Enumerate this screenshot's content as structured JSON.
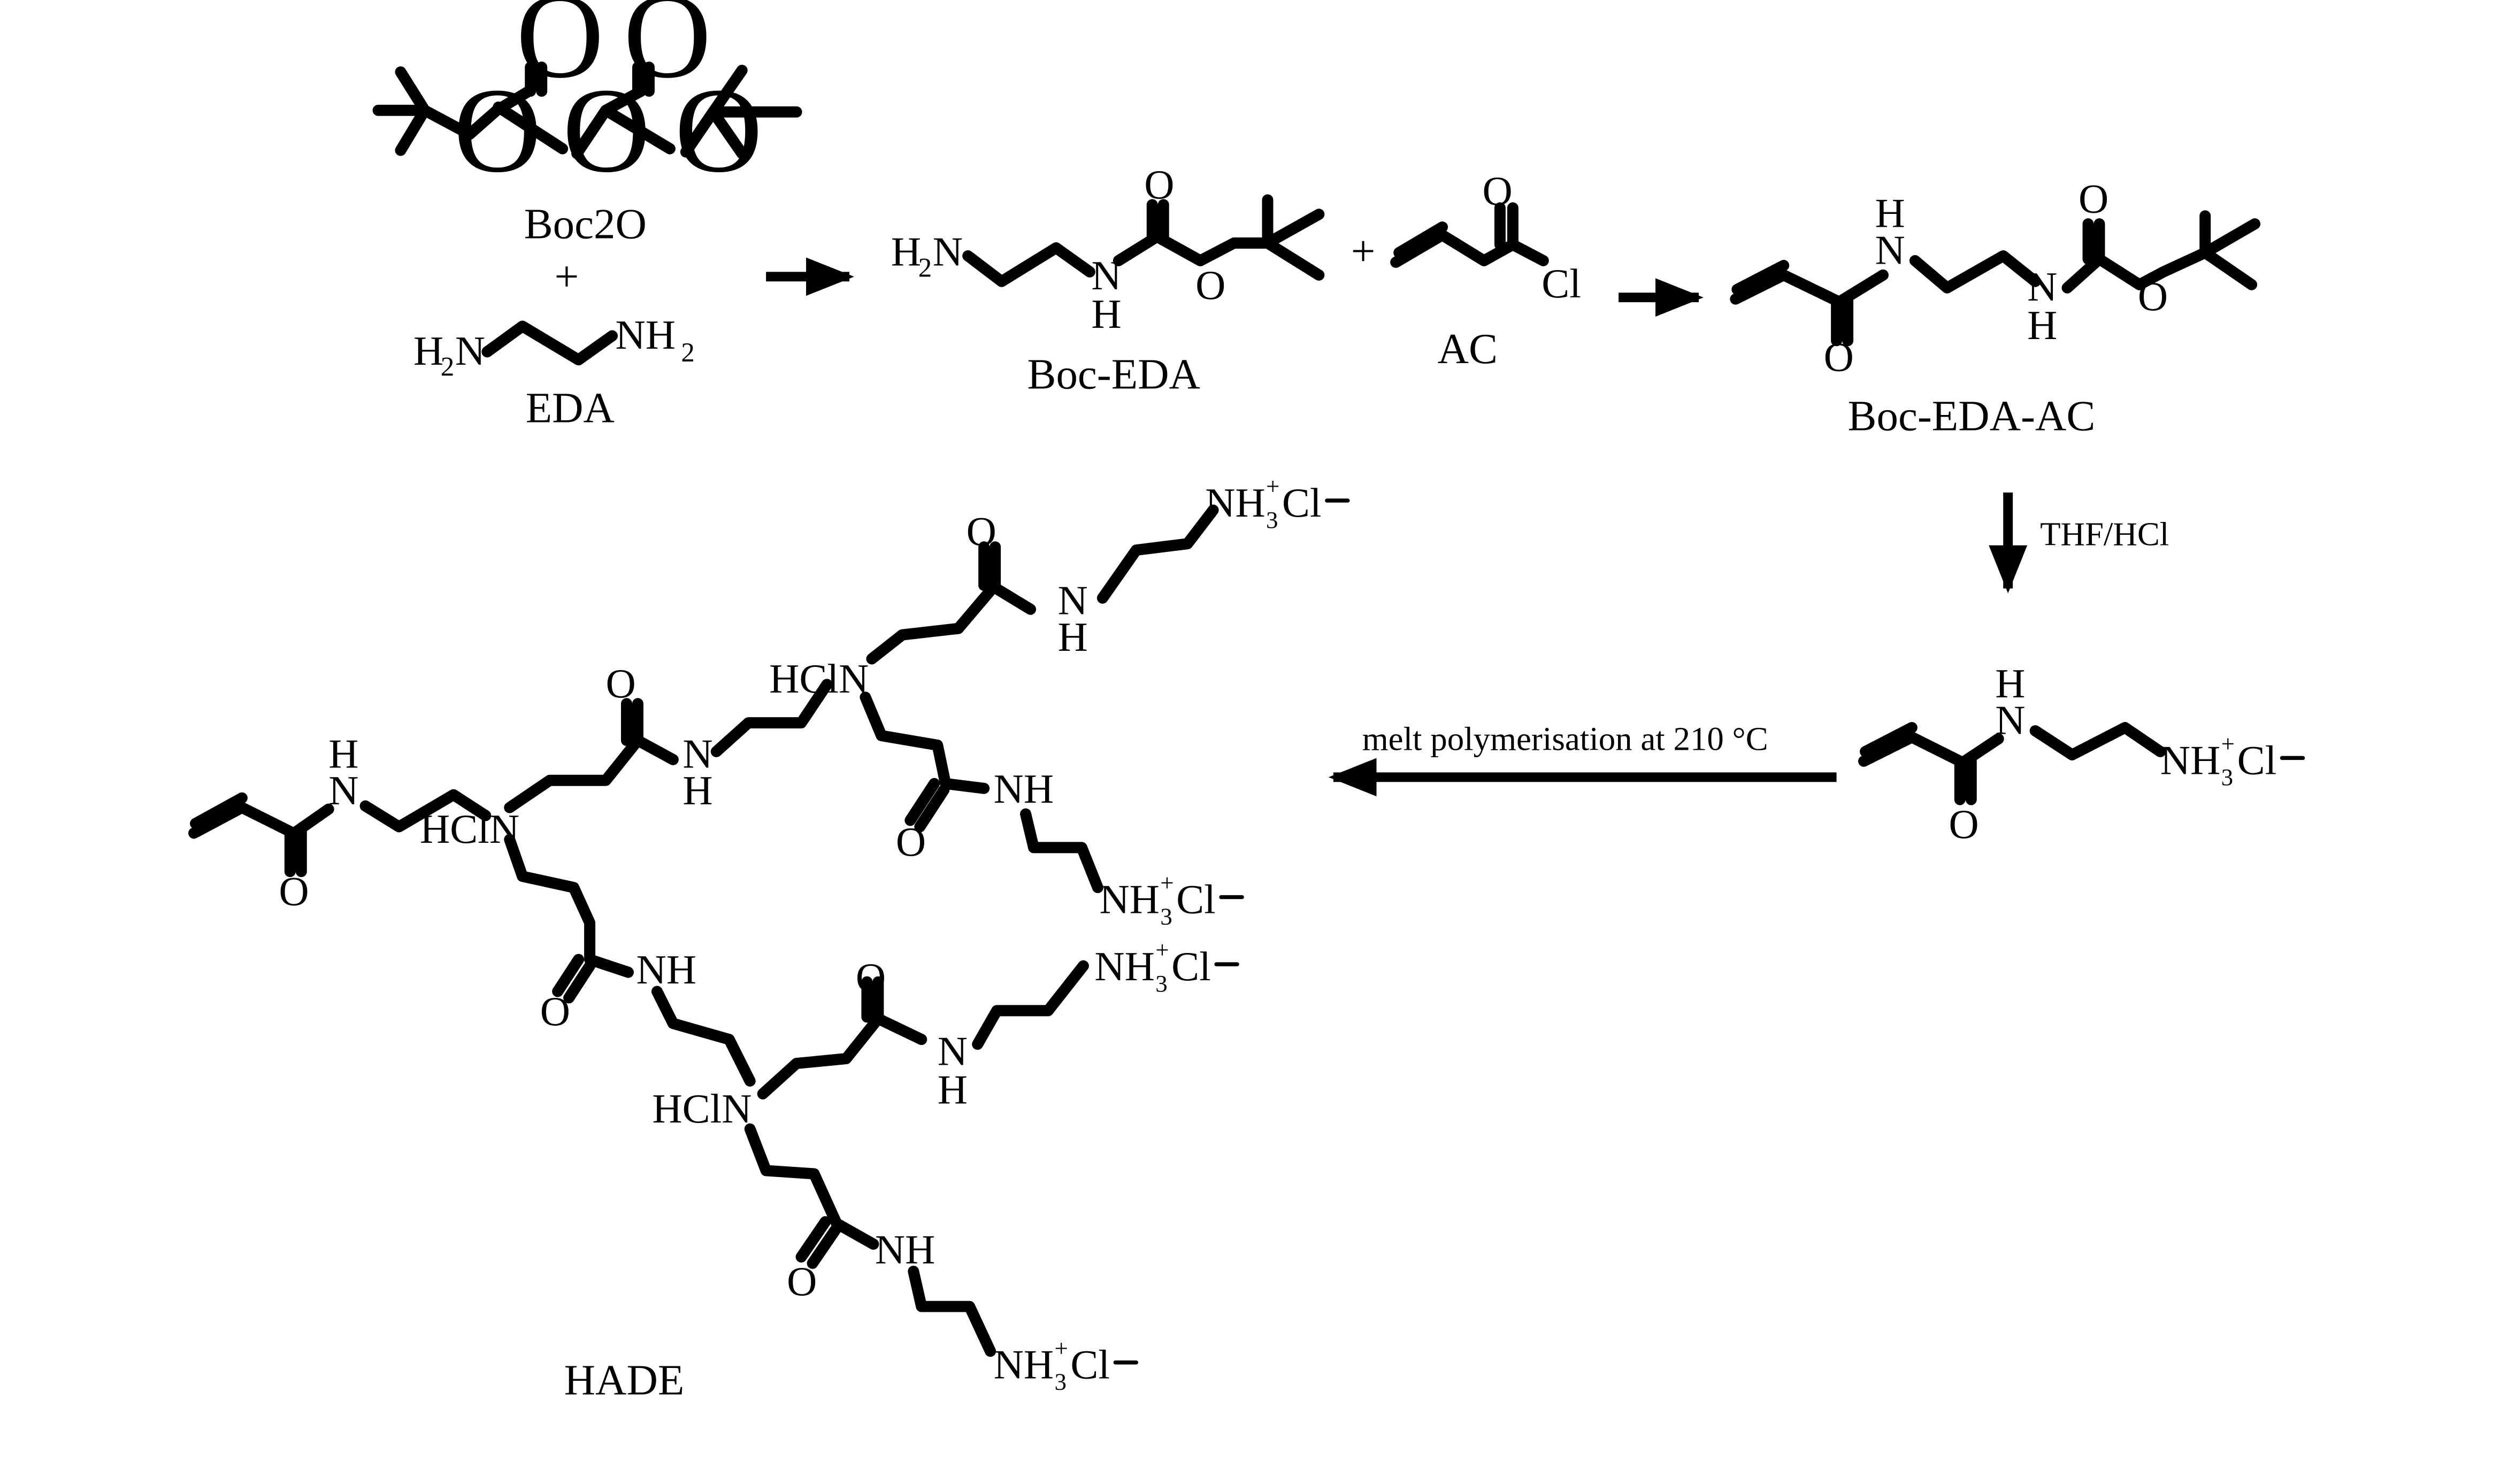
{
  "compounds": {
    "boc2o": "Boc2O",
    "plus1": "+",
    "eda": "EDA",
    "boc_eda": "Boc-EDA",
    "plus2": "+",
    "ac": "AC",
    "boc_eda_ac": "Boc-EDA-AC",
    "hade": "HADE"
  },
  "conditions": {
    "deprotection": "THF/HCl",
    "polymerisation": "melt polymerisation at 210 °C"
  }
}
